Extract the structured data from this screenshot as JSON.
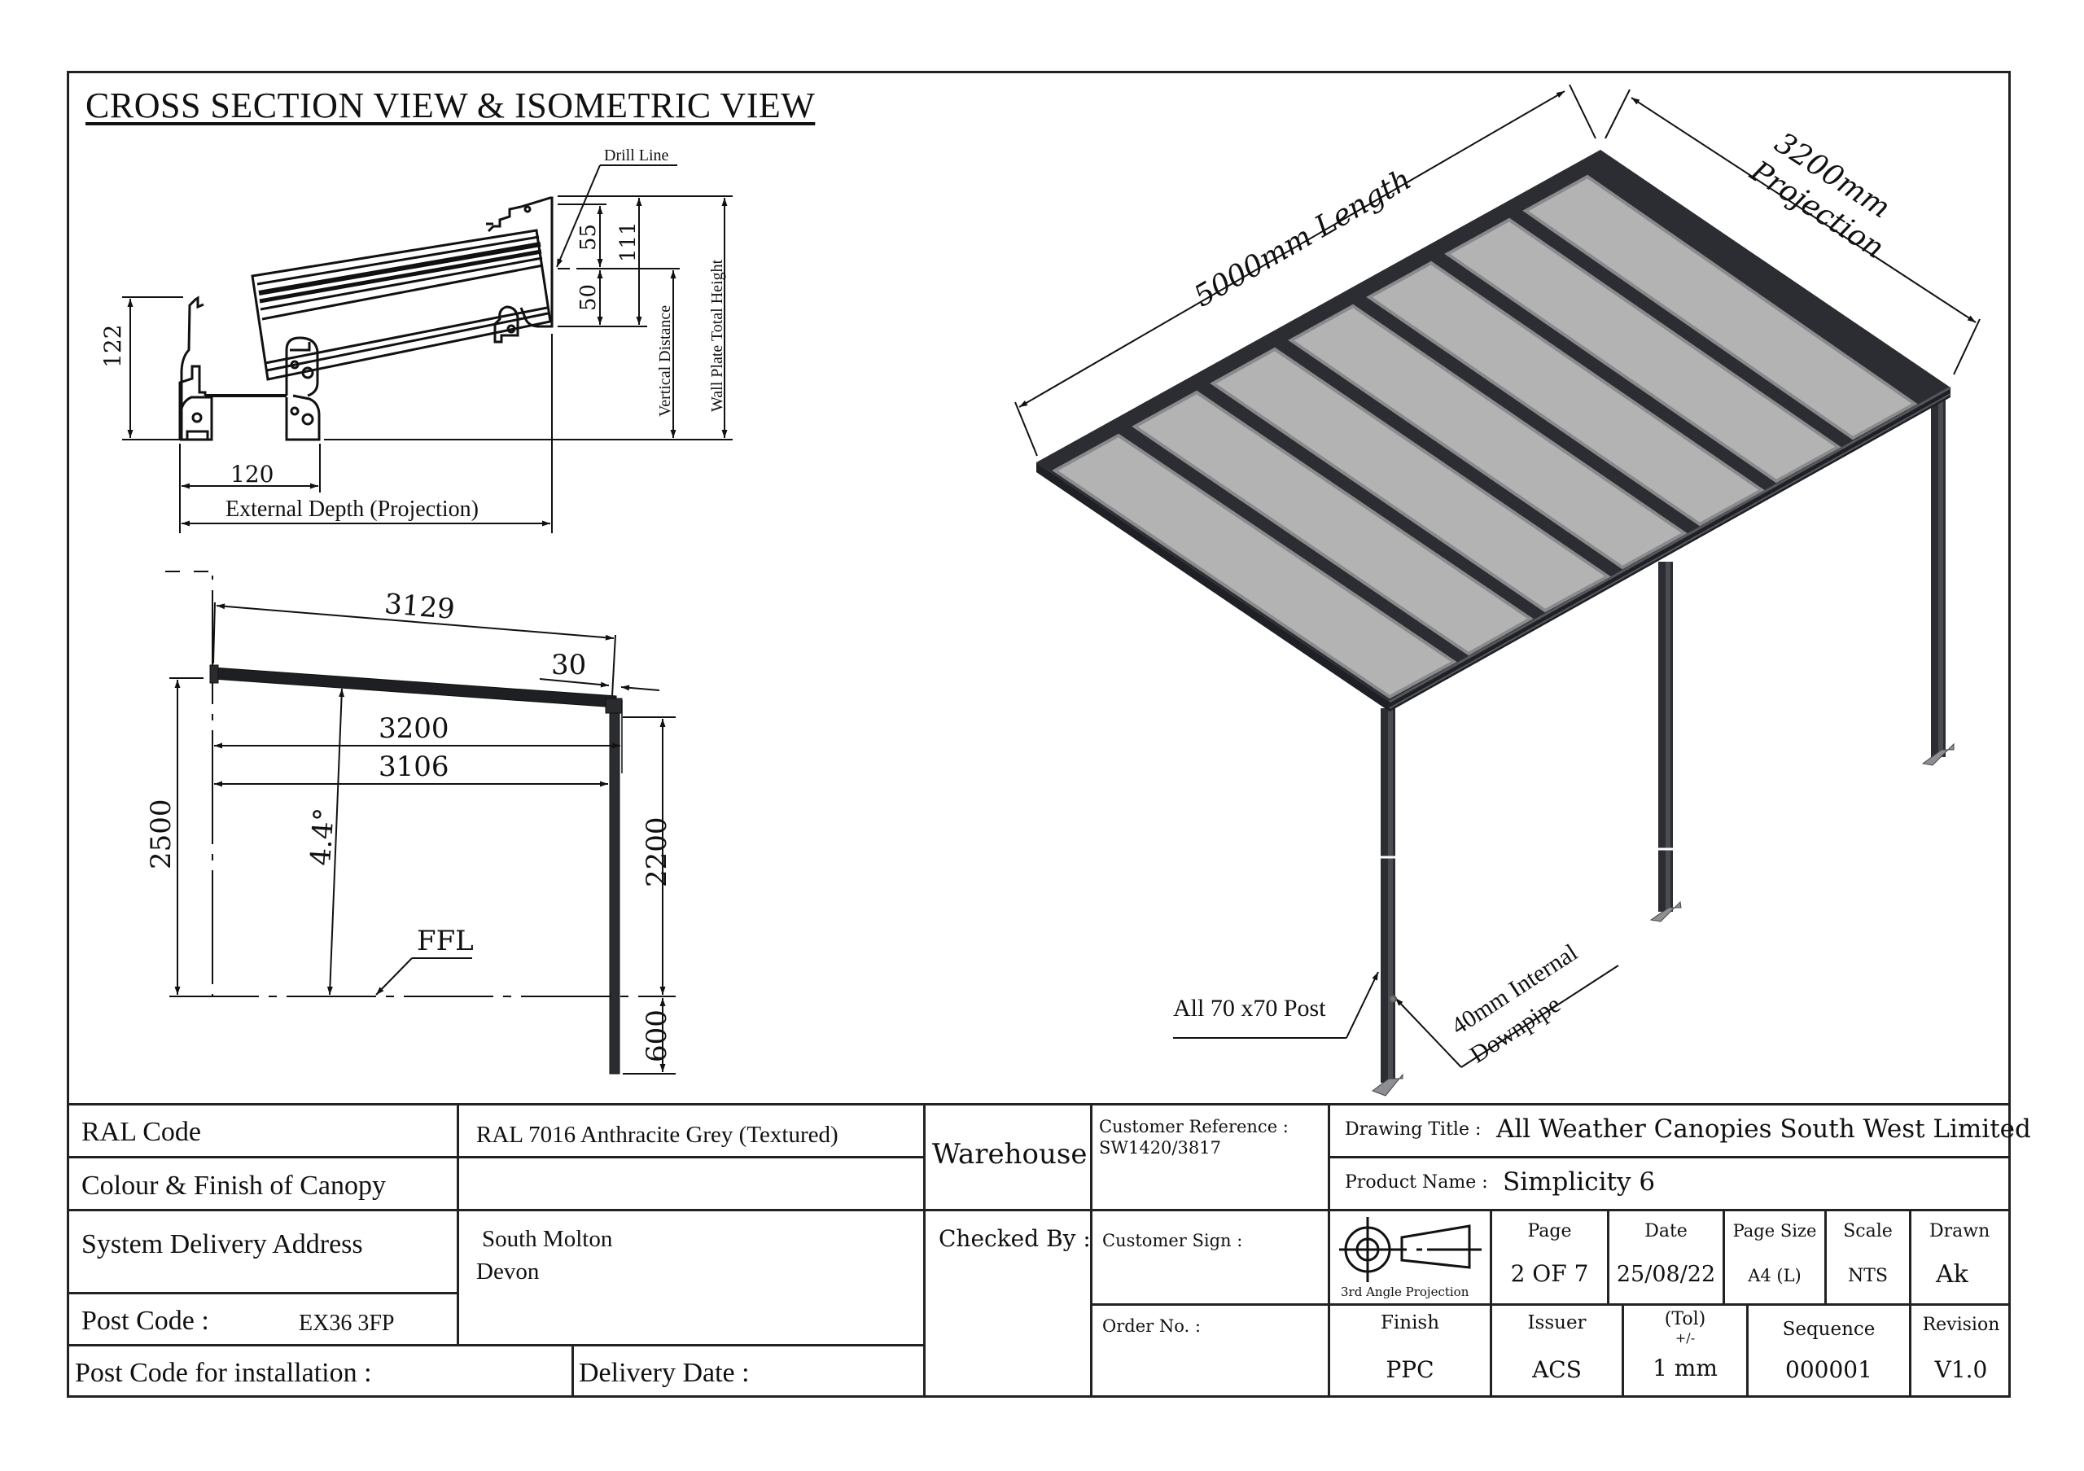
{
  "sheet": {
    "heading": "CROSS SECTION VIEW & ISOMETRIC VIEW"
  },
  "cross_section_detail": {
    "drill_line_label": "Drill Line",
    "dims": {
      "gutter_height": "122",
      "gutter_width": "120",
      "external_depth": "External Depth (Projection)",
      "upper_offset": "55",
      "lower_offset": "50",
      "wall_plate_height": "111",
      "vertical_distance": "Vertical Distance",
      "wall_plate_total_height": "Wall Plate Total Height"
    }
  },
  "elevation": {
    "dims": {
      "rafter_length": "3129",
      "overhang": "30",
      "projection": "3200",
      "post_offset": "3106",
      "wall_height": "2500",
      "pitch": "4.4°",
      "post_height": "2200",
      "post_embed": "600",
      "floor_level": "FFL"
    }
  },
  "isometric": {
    "length_label": "5000mm Length",
    "projection_label_line1": "3200mm",
    "projection_label_line2": "Projection",
    "post_label": "All 70 x70 Post",
    "downpipe_label_line1": "40mm Internal",
    "downpipe_label_line2": "Downpipe",
    "colors": {
      "frame": "#2b2d33",
      "glazing": "#b3b3b3",
      "glazing_edge": "#8a8a8c"
    }
  },
  "title_block": {
    "ral_code_label": "RAL Code",
    "ral_code_value": "RAL 7016 Anthracite Grey (Textured)",
    "colour_finish_label": "Colour & Finish of Canopy",
    "colour_finish_value": "",
    "delivery_address_label": "System Delivery Address",
    "delivery_address_line1": "South Molton",
    "delivery_address_line2": "Devon",
    "post_code_label": "Post Code :",
    "post_code_value": "EX36 3FP",
    "install_post_code_label": "Post Code for installation :",
    "delivery_date_label": "Delivery Date :",
    "warehouse_label": "Warehouse",
    "checked_by_label": "Checked By :",
    "customer_reference_label": "Customer  Reference :",
    "customer_reference_value": "SW1420/3817",
    "customer_sign_label": "Customer Sign :",
    "order_no_label": "Order No. :",
    "drawing_title_label": "Drawing Title :",
    "drawing_title_value": "All Weather Canopies South West Limited",
    "product_name_label": "Product Name :",
    "product_name_value": "Simplicity 6",
    "projection_symbol_caption": "3rd Angle Projection",
    "page_label": "Page",
    "page_value": "2 OF 7",
    "date_label": "Date",
    "date_value": "25/08/22",
    "page_size_label": "Page Size",
    "page_size_value": "A4 (L)",
    "scale_label": "Scale",
    "scale_value": "NTS",
    "drawn_label": "Drawn",
    "drawn_value": "Ak",
    "finish_label": "Finish",
    "finish_value": "PPC",
    "issuer_label": "Issuer",
    "issuer_value": "ACS",
    "tolerance_label": "(Tol)",
    "tolerance_sub": "+/-",
    "tolerance_value": "1 mm",
    "sequence_label": "Sequence",
    "sequence_value": "000001",
    "revision_label": "Revision",
    "revision_value": "V1.0"
  }
}
